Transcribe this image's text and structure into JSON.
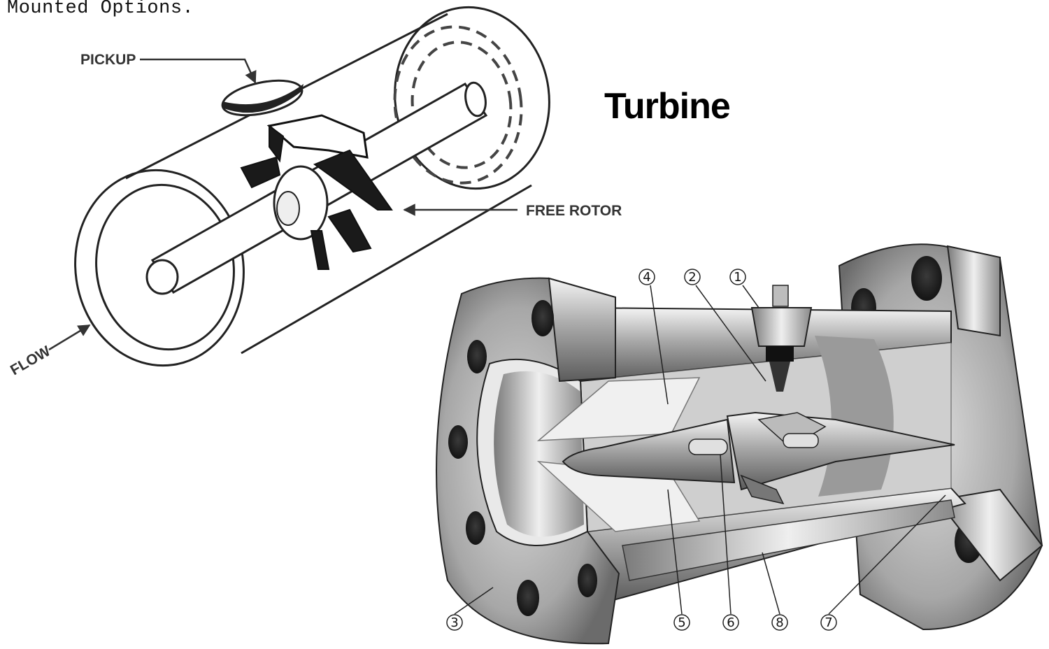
{
  "header": {
    "caption": "Mounted Options."
  },
  "title": "Turbine",
  "schematic": {
    "labels": {
      "pickup": "PICKUP",
      "free_rotor": "FREE ROTOR",
      "flow": "FLOW"
    }
  },
  "cutaway": {
    "callouts": [
      "1",
      "2",
      "3",
      "4",
      "5",
      "6",
      "7",
      "8"
    ]
  }
}
